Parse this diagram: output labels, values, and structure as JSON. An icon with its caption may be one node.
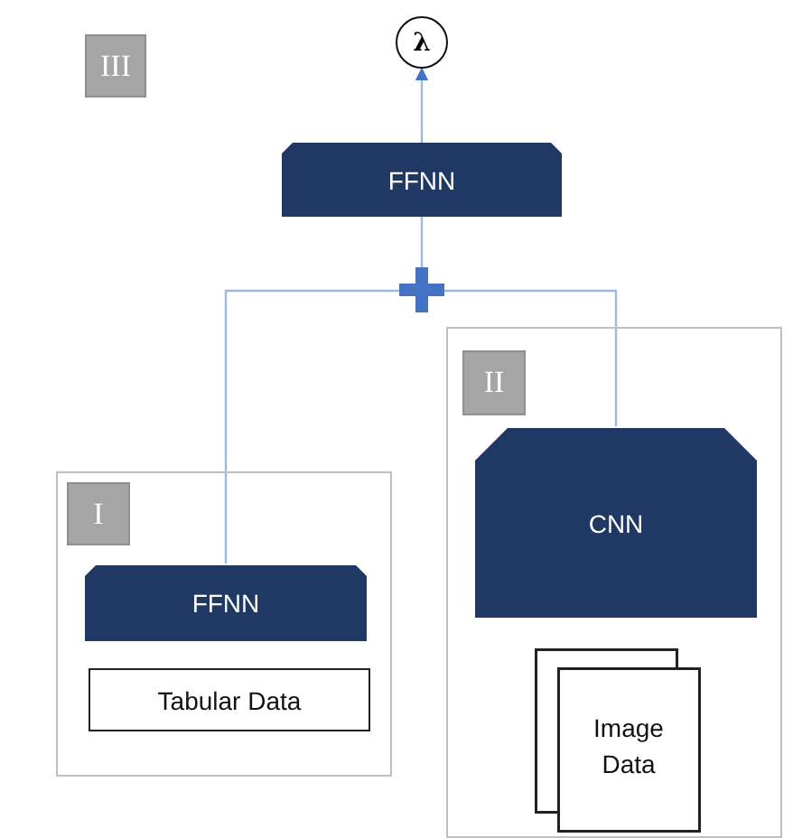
{
  "diagram": {
    "nodes": [
      {
        "text": [
          "III"
        ]
      },
      {
        "text": [
          "λ"
        ]
      },
      {
        "text": [
          "FFNN"
        ]
      },
      {
        "text": [],
        "shape": "plus"
      },
      {
        "text": [],
        "shape": "box"
      },
      {
        "text": [
          "I"
        ],
        "in": 4
      },
      {
        "text": [
          "FFNN"
        ],
        "in": 4
      },
      {
        "text": [
          "Tabular Data"
        ],
        "in": 4
      },
      {
        "text": [],
        "shape": "box"
      },
      {
        "text": [
          "II"
        ],
        "in": 8
      },
      {
        "text": [
          "CNN"
        ],
        "in": 8
      },
      {
        "text": [
          "Image Data"
        ],
        "in": 8
      }
    ],
    "edges": [
      {
        "from": 2,
        "to": 1,
        "arrow": "to"
      },
      {
        "from": 3,
        "to": 2,
        "arrow": "none"
      },
      {
        "from": 6,
        "to": 3,
        "arrow": "none"
      },
      {
        "from": 10,
        "to": 3,
        "arrow": "none"
      }
    ]
  }
}
